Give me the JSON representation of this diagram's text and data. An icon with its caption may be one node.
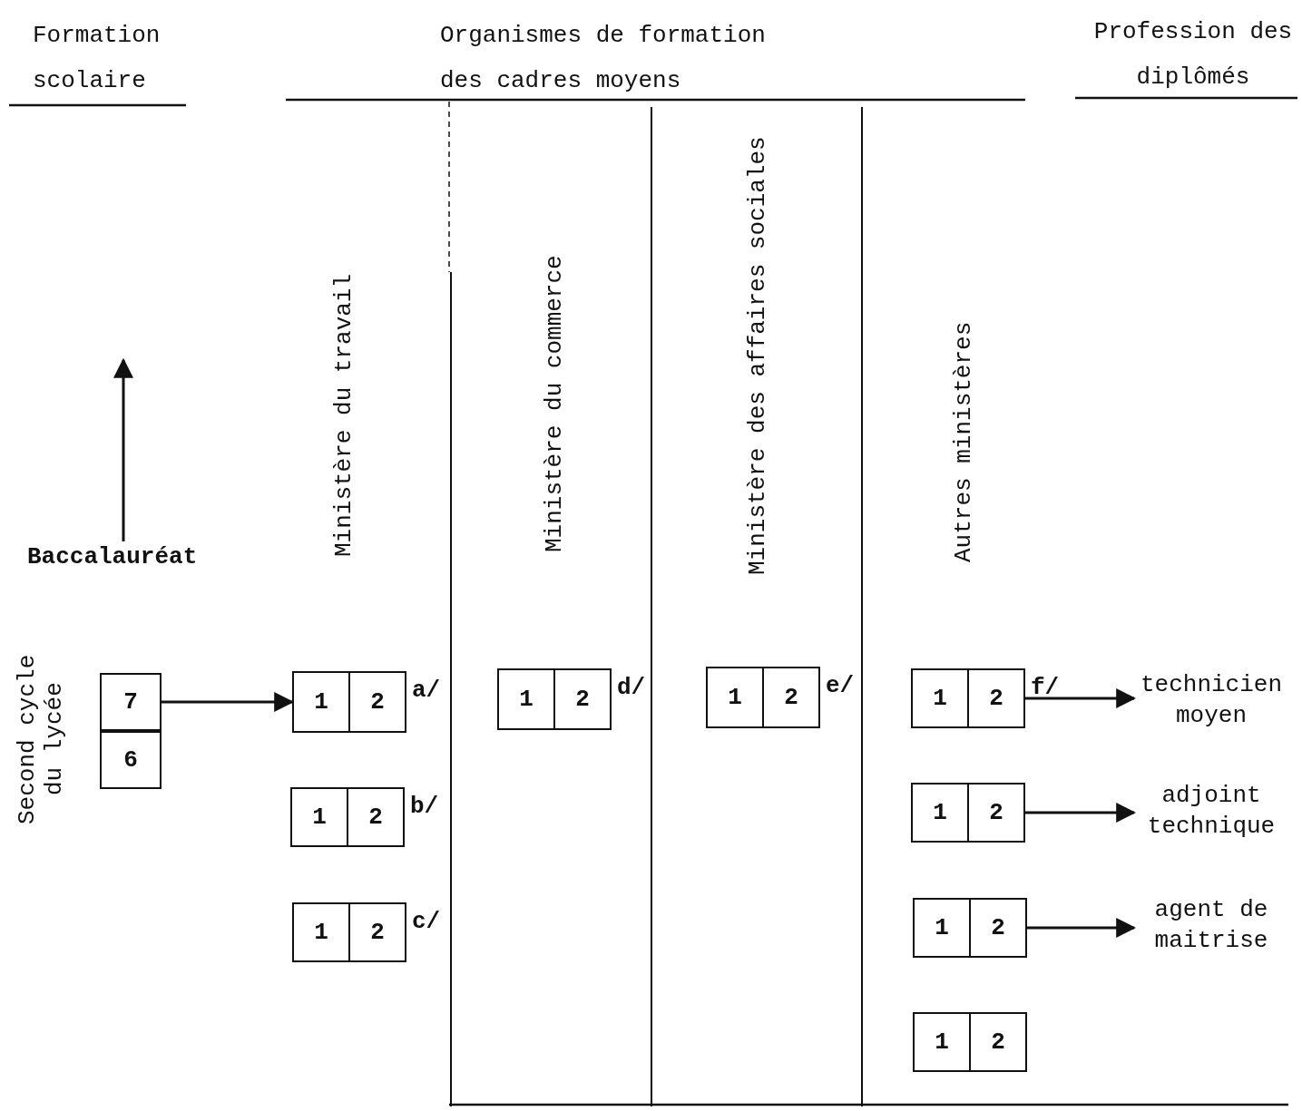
{
  "diagram": {
    "nodes": [
      {
        "text": [
          "Baccalauréat"
        ]
      },
      {
        "text": [
          "7"
        ]
      },
      {
        "text": [
          "6"
        ]
      },
      {
        "text": [
          "1",
          "2"
        ],
        "beside": [
          "a/"
        ]
      },
      {
        "text": [
          "1",
          "2"
        ],
        "beside": [
          "b/"
        ]
      },
      {
        "text": [
          "1",
          "2"
        ],
        "beside": [
          "c/"
        ]
      },
      {
        "text": [
          "1",
          "2"
        ],
        "beside": [
          "d/"
        ]
      },
      {
        "text": [
          "1",
          "2"
        ],
        "beside": [
          "e/"
        ]
      },
      {
        "text": [
          "1",
          "2"
        ],
        "beside": [
          "f/"
        ]
      },
      {
        "text": [
          "1",
          "2"
        ]
      },
      {
        "text": [
          "1",
          "2"
        ]
      },
      {
        "text": [
          "1",
          "2"
        ]
      },
      {
        "text": [
          "technicien moyen"
        ]
      },
      {
        "text": [
          "adjoint technique"
        ]
      },
      {
        "text": [
          "agent de maitrise"
        ]
      }
    ],
    "edges": [
      {
        "from": 0,
        "to": null,
        "arrow": "to"
      },
      {
        "from": 1,
        "to": 3,
        "arrow": "to"
      },
      {
        "from": 8,
        "to": 12,
        "arrow": "to"
      },
      {
        "from": 9,
        "to": 13,
        "arrow": "to"
      },
      {
        "from": 10,
        "to": 14,
        "arrow": "to"
      }
    ],
    "labels": [
      "Formation scolaire",
      "Organismes de formation des cadres moyens",
      "Profession des diplômés",
      "Ministère du travail",
      "Ministère du commerce",
      "Ministère des affaires sociales",
      "Autres ministères",
      "Second cycle du lycée"
    ]
  }
}
